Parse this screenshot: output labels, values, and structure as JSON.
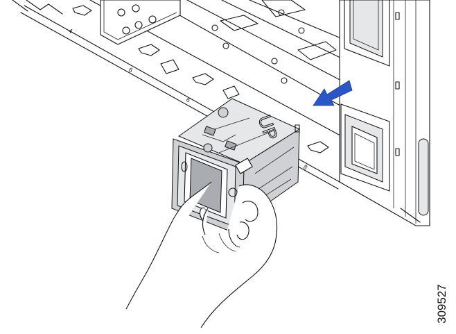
{
  "figure": {
    "number": "309527",
    "module_label": "UP"
  },
  "slots": [
    "4",
    "6",
    "6",
    "8"
  ],
  "colors": {
    "arrow": "#2a56c6",
    "metal_light": "#e6e7e9",
    "metal_mid": "#cfd1d4",
    "metal_dark": "#a9acb1"
  },
  "icons": [
    "insertion-arrow-icon",
    "hand-illustration",
    "module-cage",
    "chassis-rails"
  ]
}
